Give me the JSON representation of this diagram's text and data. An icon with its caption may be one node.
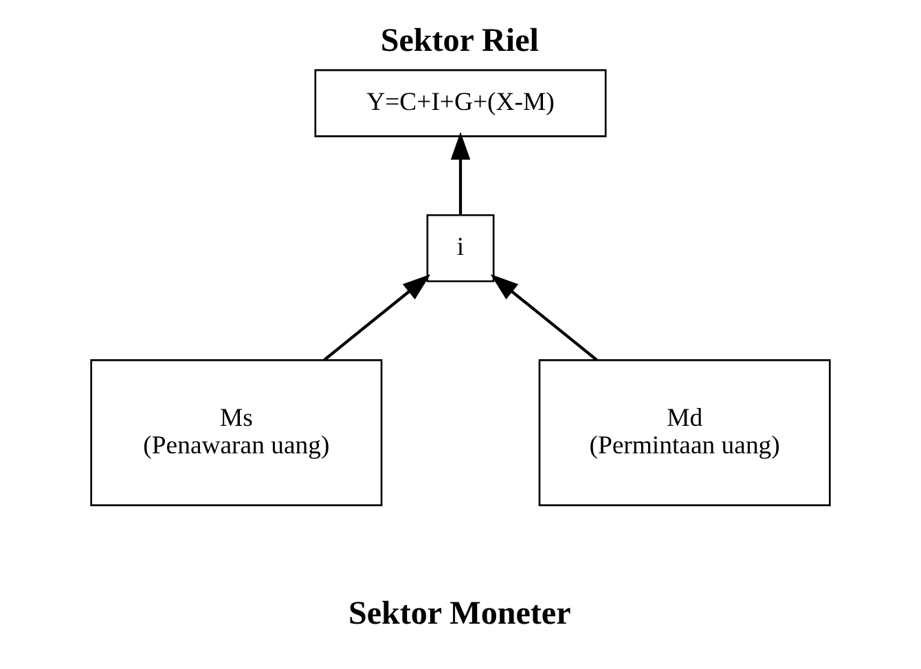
{
  "diagram": {
    "title": "Sektor Riel",
    "caption": "Sektor Moneter",
    "nodes": [
      {
        "text": [
          "Y=C+I+G+(X-M)"
        ]
      },
      {
        "text": [
          "i"
        ]
      },
      {
        "text": [
          "Ms",
          "(Penawaran uang)"
        ]
      },
      {
        "text": [
          "Md",
          "(Permintaan uang)"
        ]
      }
    ],
    "edges": [
      {
        "from": 1,
        "to": 0,
        "arrow": "to"
      },
      {
        "from": 2,
        "to": 1,
        "arrow": "to"
      },
      {
        "from": 3,
        "to": 1,
        "arrow": "to"
      }
    ]
  }
}
